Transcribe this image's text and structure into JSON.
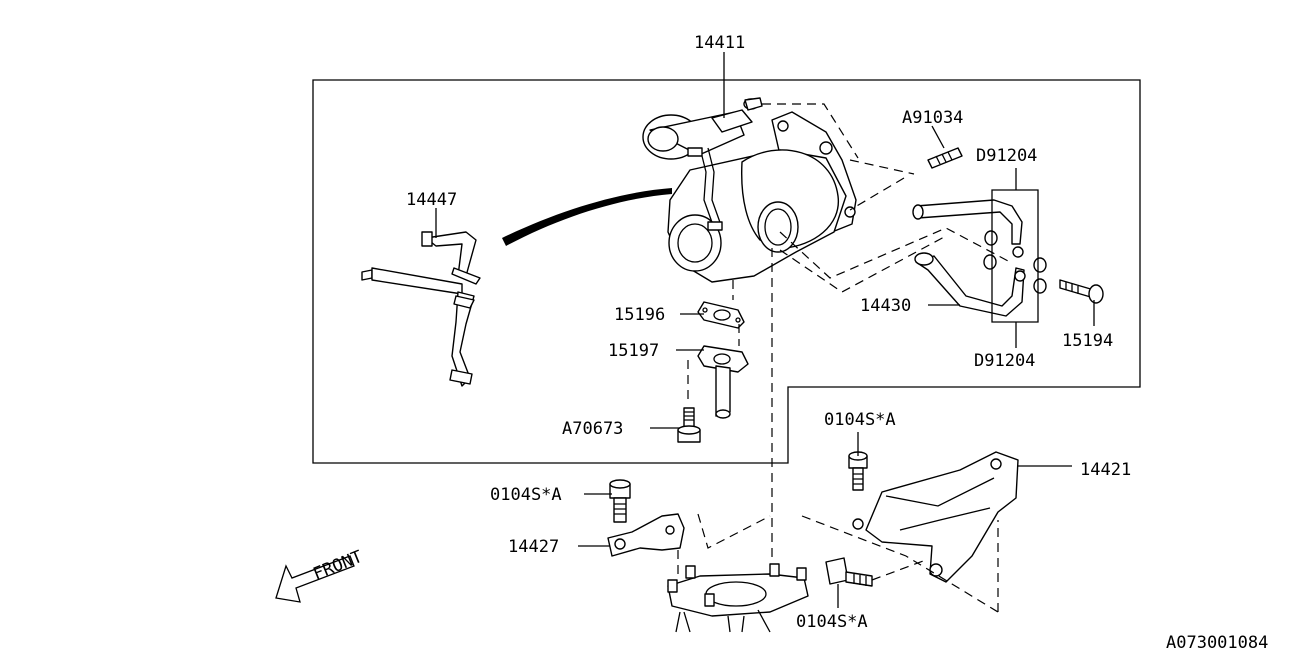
{
  "labels": {
    "turbocharger": "14411",
    "stud_bolt": "A91034",
    "gasket_upper_right": "D91204",
    "gasket_lower_right": "D91204",
    "oil_pipe_inlet": "14447",
    "oil_pipe_return": "14430",
    "union_bolt": "15194",
    "gasket_15196": "15196",
    "gasket_15197": "15197",
    "bolt_a70673": "A70673",
    "bolt_bracket_top": "0104S*A",
    "bracket_14421": "14421",
    "bolt_left": "0104S*A",
    "bracket_14427": "14427",
    "bolt_bottom": "0104S*A",
    "front_marker": "FRONT",
    "diagram_code": "A073001084"
  }
}
